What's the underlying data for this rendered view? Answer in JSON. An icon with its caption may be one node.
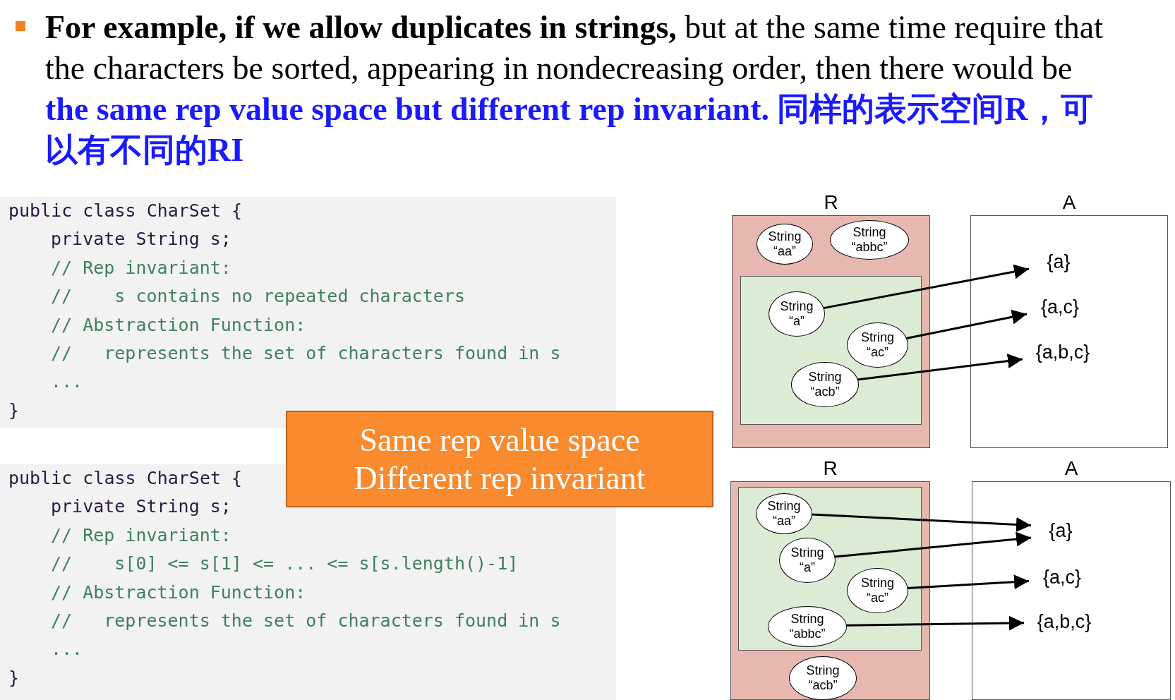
{
  "diagram": {
    "nodes": [
      {
        "text": [
          "R"
        ]
      },
      {
        "text": [
          "String “aa”"
        ],
        "in": 0
      },
      {
        "text": [
          "String “abbc”"
        ],
        "in": 0
      },
      {
        "text": [],
        "shape": "box",
        "in": 0
      },
      {
        "text": [
          "String “a”"
        ],
        "in": 3
      },
      {
        "text": [
          "String “ac”"
        ],
        "in": 3
      },
      {
        "text": [
          "String “acb”"
        ],
        "in": 3
      },
      {
        "text": [
          "A"
        ]
      },
      {
        "text": [
          "{a}"
        ],
        "in": 7
      },
      {
        "text": [
          "{a,c}"
        ],
        "in": 7
      },
      {
        "text": [
          "{a,b,c}"
        ],
        "in": 7
      },
      {
        "text": [
          "Same rep value space Different rep invariant"
        ]
      },
      {
        "text": [
          "R"
        ]
      },
      {
        "text": [],
        "shape": "box",
        "in": 12
      },
      {
        "text": [
          "String “aa”"
        ],
        "in": 13
      },
      {
        "text": [
          "String “a”"
        ],
        "in": 13
      },
      {
        "text": [
          "String “ac”"
        ],
        "in": 13
      },
      {
        "text": [
          "String “abbc”"
        ],
        "in": 13
      },
      {
        "text": [
          "String “acb”"
        ],
        "in": 12
      },
      {
        "text": [
          "A"
        ]
      },
      {
        "text": [
          "{a}"
        ],
        "in": 19
      },
      {
        "text": [
          "{a,c}"
        ],
        "in": 19
      },
      {
        "text": [
          "{a,b,c}"
        ],
        "in": 19
      }
    ],
    "edges": [
      {
        "from": 4,
        "to": 8,
        "arrow": "to"
      },
      {
        "from": 5,
        "to": 9,
        "arrow": "to"
      },
      {
        "from": 6,
        "to": 10,
        "arrow": "to"
      },
      {
        "from": 14,
        "to": 20,
        "arrow": "to"
      },
      {
        "from": 15,
        "to": 20,
        "arrow": "to"
      },
      {
        "from": 16,
        "to": 21,
        "arrow": "to"
      },
      {
        "from": 17,
        "to": 22,
        "arrow": "to"
      }
    ],
    "labels": [
      "**For example, if we allow duplicates in strings,** but at the same time require that the characters be sorted, appearing in nondecreasing order, then there would be **the same rep value space but different rep invariant. 同样的表示空间R，可以有不同的RI**",
      "public class CharSet {",
      "private String s;",
      "// Rep invariant:",
      "//    s contains no repeated characters",
      "// Abstraction Function:",
      "//   represents the set of characters found in s",
      "...",
      "}",
      "public class CharSet {",
      "private String s;",
      "// Rep invariant:",
      "//    s[0] <= s[1] <= ... <= s[s.length()-1]",
      "// Abstraction Function:",
      "//   represents the set of characters found in s",
      "...",
      "}"
    ]
  }
}
